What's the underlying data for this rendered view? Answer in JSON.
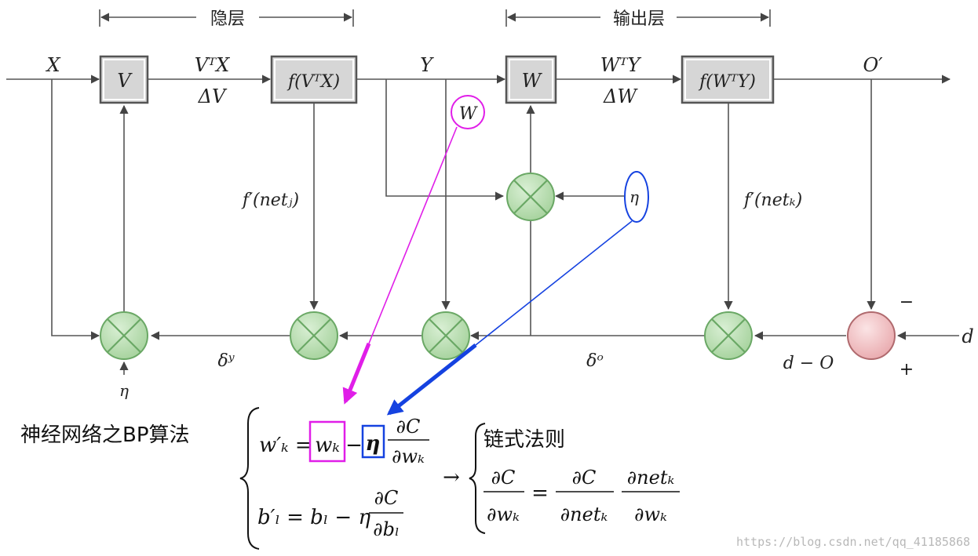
{
  "sections": {
    "hidden": "隐层",
    "output": "输出层"
  },
  "signals": {
    "x": "X",
    "y": "Y",
    "o_prime": "O′",
    "d": "d",
    "vt_x": "VᵀX",
    "delta_v": "ΔV",
    "wt_y": "WᵀY",
    "delta_w": "ΔW",
    "delta_y": "δʸ",
    "delta_o": "δᵒ",
    "d_minus_o": "d − O",
    "minus": "−",
    "plus": "+",
    "eta_bottom": "η"
  },
  "blocks": {
    "v": "V",
    "f_vtx": "f(VᵀX)",
    "w": "W",
    "f_wty": "f(WᵀY)"
  },
  "derivatives": {
    "hidden": "f′(netⱼ)",
    "output": "f′(netₖ)"
  },
  "annotations": {
    "w_circle": "W",
    "eta_circle": "η"
  },
  "formula": {
    "title": "神经网络之BP算法",
    "w_lhs": "w′ₖ =",
    "w_k": "wₖ",
    "minus": "−",
    "eta": "η",
    "dC": "∂C",
    "dwk": "∂wₖ",
    "b_lhs": "b′ₗ = bₗ − η",
    "dbl": "∂bₗ",
    "arrow": "→",
    "chain_title": "链式法则",
    "chain_dnet": "∂netₖ",
    "chain_eq": "="
  },
  "watermark": "https://blog.csdn.net/qq_41185868",
  "colors": {
    "title": "#e8141c",
    "magenta": "#e01ee8",
    "blue": "#1542e0",
    "mult_fill": "#b9ddb2",
    "sum_fill": "#f2c7c9"
  }
}
